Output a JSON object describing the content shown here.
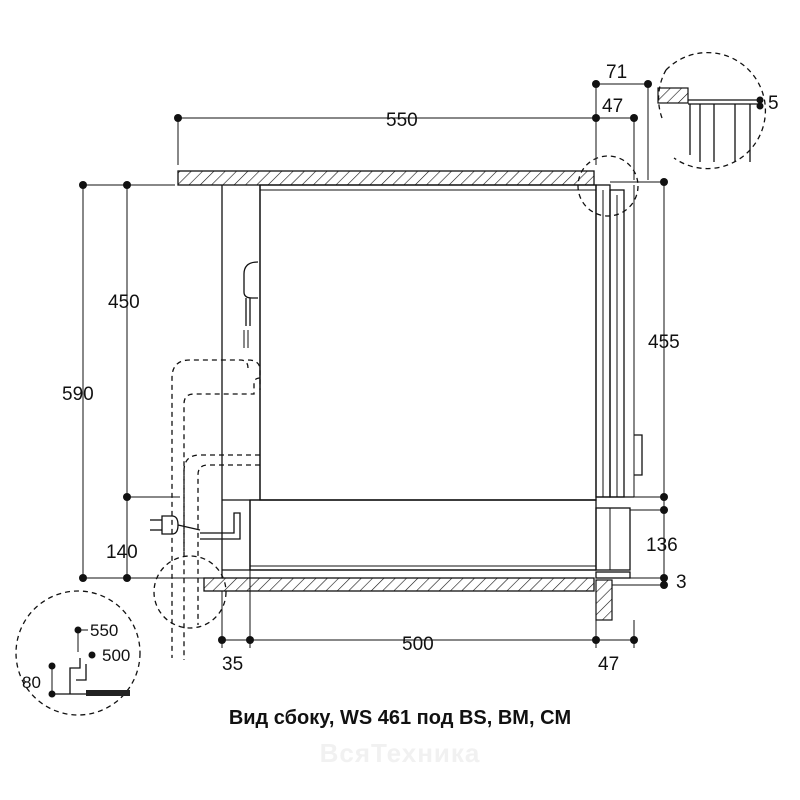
{
  "caption": "Вид сбоку, WS 461 под BS, BM, CM",
  "watermark": "ВсяТехника",
  "dimensions": {
    "top_width": "550",
    "right_outer": "71",
    "right_inner": "47",
    "detail_gap": "5",
    "left_height_450": "450",
    "left_height_590": "590",
    "right_height_455": "455",
    "drawer_height_136": "136",
    "bottom_gap_3": "3",
    "plinth_140": "140",
    "bottom_35": "35",
    "bottom_500": "500",
    "bottom_47": "47"
  },
  "detail_circle": {
    "label_550": "550",
    "label_500": "500",
    "label_80": "80"
  }
}
